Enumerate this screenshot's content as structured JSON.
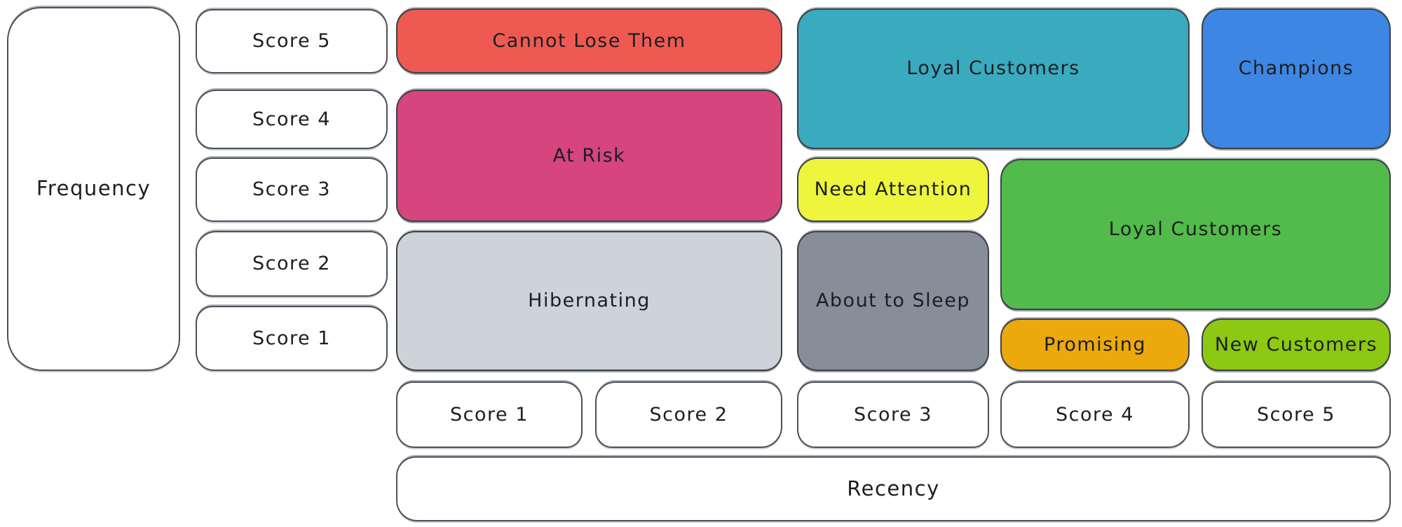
{
  "diagram": {
    "type": "rfm-customer-segmentation-matrix",
    "axes": {
      "frequency_label": "Frequency",
      "recency_label": "Recency"
    },
    "frequency_scores": [
      {
        "label": "Score 5"
      },
      {
        "label": "Score 4"
      },
      {
        "label": "Score 3"
      },
      {
        "label": "Score 2"
      },
      {
        "label": "Score 1"
      }
    ],
    "recency_scores": [
      {
        "label": "Score 1"
      },
      {
        "label": "Score 2"
      },
      {
        "label": "Score 3"
      },
      {
        "label": "Score 4"
      },
      {
        "label": "Score 5"
      }
    ],
    "segments": [
      {
        "id": "cannot-lose-them",
        "label": "Cannot Lose Them",
        "color": "#ee5a51",
        "recency": "1-2",
        "frequency": "5"
      },
      {
        "id": "at-risk",
        "label": "At Risk",
        "color": "#d6457e",
        "recency": "1-2",
        "frequency": "3-4"
      },
      {
        "id": "hibernating",
        "label": "Hibernating",
        "color": "#ced3da",
        "recency": "1-2",
        "frequency": "1-2"
      },
      {
        "id": "loyal-customers-upper",
        "label": "Loyal Customers",
        "color": "#3aaabf",
        "recency": "3-4",
        "frequency": "4-5"
      },
      {
        "id": "champions",
        "label": "Champions",
        "color": "#3e86e3",
        "recency": "5",
        "frequency": "4-5"
      },
      {
        "id": "need-attention",
        "label": "Need Attention",
        "color": "#eef53c",
        "recency": "3",
        "frequency": "3"
      },
      {
        "id": "about-to-sleep",
        "label": "About to Sleep",
        "color": "#878e99",
        "recency": "3",
        "frequency": "1-2"
      },
      {
        "id": "loyal-customers-lower",
        "label": "Loyal Customers",
        "color": "#52bb4b",
        "recency": "4-5",
        "frequency": "2-3"
      },
      {
        "id": "promising",
        "label": "Promising",
        "color": "#eca90d",
        "recency": "4",
        "frequency": "1"
      },
      {
        "id": "new-customers",
        "label": "New Customers",
        "color": "#8dc813",
        "recency": "5",
        "frequency": "1"
      }
    ],
    "colors": {
      "background": "#ffffff",
      "stroke": "#3c4147",
      "text": "#1c1e21"
    }
  }
}
